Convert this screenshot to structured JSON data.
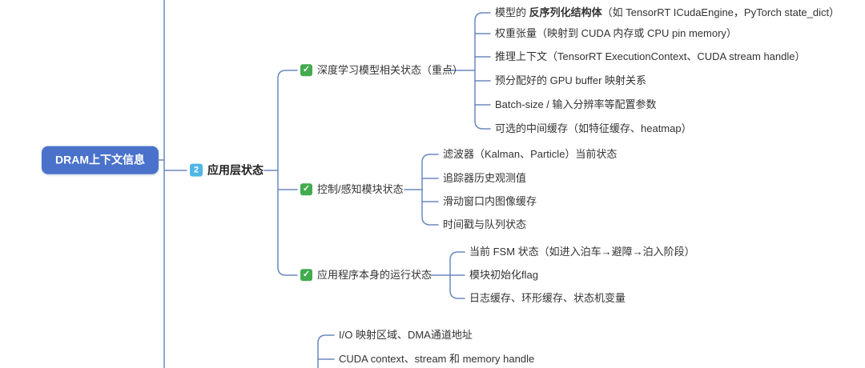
{
  "colors": {
    "root-fill": "#4a72cb",
    "line": "#6a89bd",
    "check-green": "#42ab4e",
    "badge-blue": "#4fb7e5",
    "text": "#333333"
  },
  "icons": {
    "check_glyph": "✓"
  },
  "root": {
    "label": "DRAM上下文信息"
  },
  "level1": {
    "badge": "2",
    "label": "应用层状态"
  },
  "branches": [
    {
      "label": "深度学习模型相关状态（重点）",
      "leaves": [
        {
          "prefix": "模型的 ",
          "bold": "反序列化结构体",
          "suffix": "（如 TensorRT ICudaEngine，PyTorch state_dict）"
        },
        {
          "text": "权重张量（映射到 CUDA 内存或 CPU pin memory）"
        },
        {
          "text": "推理上下文（TensorRT ExecutionContext、CUDA stream handle）"
        },
        {
          "text": "预分配好的 GPU buffer 映射关系"
        },
        {
          "text": "Batch-size / 输入分辨率等配置参数"
        },
        {
          "text": "可选的中间缓存（如特征缓存、heatmap）"
        }
      ]
    },
    {
      "label": "控制/感知模块状态",
      "leaves": [
        {
          "text": "滤波器（Kalman、Particle）当前状态"
        },
        {
          "text": "追踪器历史观测值"
        },
        {
          "text": "滑动窗口内图像缓存"
        },
        {
          "text": "时间戳与队列状态"
        }
      ]
    },
    {
      "label": "应用程序本身的运行状态",
      "leaves": [
        {
          "text": "当前 FSM 状态（如进入泊车→避障→泊入阶段）"
        },
        {
          "text": "模块初始化flag"
        },
        {
          "text": "日志缓存、环形缓存、状态机变量"
        }
      ]
    }
  ],
  "offscreen_branch": {
    "leaves": [
      {
        "text": "I/O 映射区域、DMA通道地址"
      },
      {
        "text": "CUDA context、stream 和 memory handle"
      }
    ]
  }
}
